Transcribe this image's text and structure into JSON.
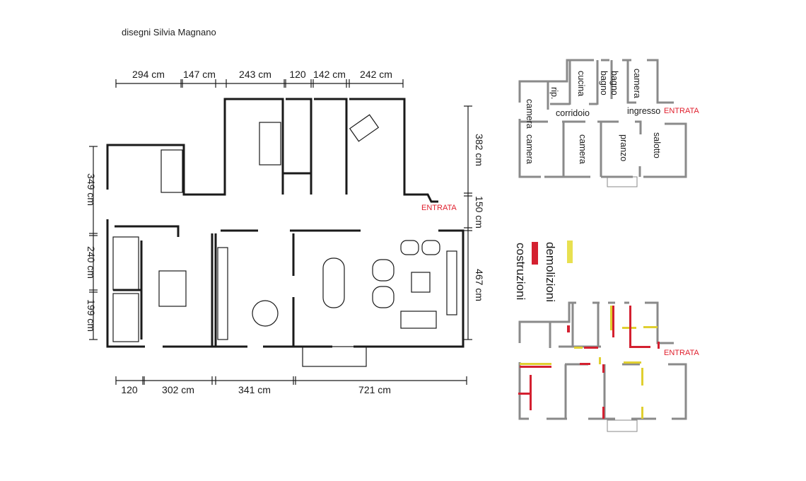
{
  "credit": "disegni Silvia Magnano",
  "main_plan": {
    "entrance_label": "ENTRATA",
    "dims_top": [
      "294 cm",
      "147 cm",
      "243 cm",
      "120",
      "142 cm",
      "242 cm"
    ],
    "dims_bottom": [
      "120",
      "302 cm",
      "341 cm",
      "721 cm"
    ],
    "dims_left": [
      "349 cm",
      "240 cm",
      "199 cm"
    ],
    "dims_right": [
      "382 cm",
      "150 cm",
      "467 cm"
    ]
  },
  "original_plan": {
    "rooms": [
      "camera",
      "rip.",
      "cucina",
      "bagno",
      "bagno",
      "camera",
      "corridoio",
      "ingresso",
      "camera",
      "camera",
      "pranzo",
      "salotto"
    ],
    "entrance_label": "ENTRATA"
  },
  "legend": {
    "demolition_label": "demolizioni",
    "demolition_color": "#e8e050",
    "construction_label": "costruzioni",
    "construction_color": "#d42030"
  },
  "changes_plan": {
    "entrance_label": "ENTRATA"
  }
}
